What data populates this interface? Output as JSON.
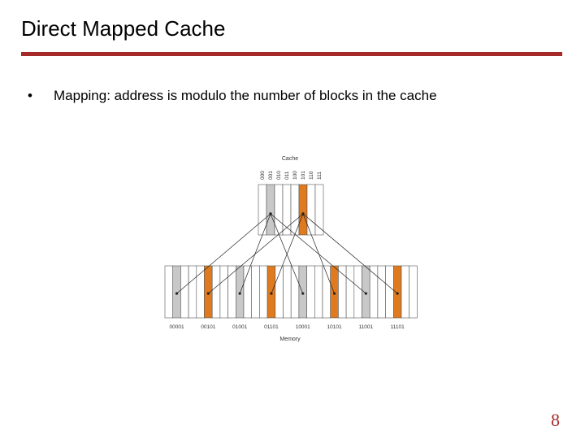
{
  "slide": {
    "title": "Direct Mapped Cache",
    "bullet_symbol": "•",
    "bullet_text": "Mapping:  address is modulo the number of blocks in the cache",
    "page_number": "8"
  },
  "figure": {
    "cache_caption": "Cache",
    "memory_caption": "Memory",
    "cache_index_labels": [
      "000",
      "001",
      "010",
      "011",
      "100",
      "101",
      "110",
      "111"
    ],
    "memory_address_labels": [
      "00001",
      "00101",
      "01001",
      "01101",
      "10001",
      "10101",
      "11001",
      "11101"
    ],
    "colors": {
      "highlight_orange": "#e07a1f",
      "highlight_gray": "#c8c8c8",
      "block_white": "#ffffff",
      "outline": "#555555",
      "accent_rule": "#a52a2a"
    }
  }
}
